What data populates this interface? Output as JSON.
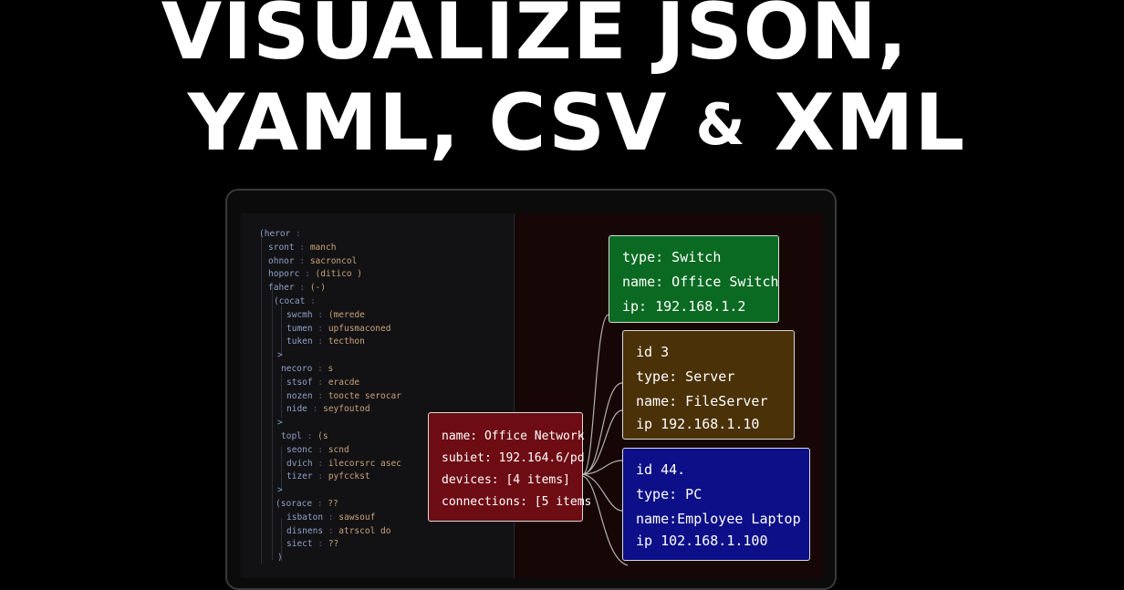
{
  "headline": {
    "line1": "VISUALIZE JSON,",
    "line2_main": "YAML, CSV ",
    "line2_amp": "&",
    "line2_end": " XML"
  },
  "editor": {
    "lines": [
      {
        "key": "(heror",
        "sep": ":",
        "val": ""
      },
      {
        "key": "sront",
        "sep": ":",
        "val": "manch"
      },
      {
        "key": "ohnor",
        "sep": ":",
        "val": "sacroncol"
      },
      {
        "key": "hoporc",
        "sep": ":",
        "val": "(ditico )"
      },
      {
        "key": "faher",
        "sep": ":",
        "val": "(-)"
      },
      {
        "key": "(cocat",
        "sep": ":",
        "val": ""
      },
      {
        "key": "swcmh",
        "sep": ":",
        "val": "(merede"
      },
      {
        "key": "tumen",
        "sep": ":",
        "val": "upfusmaconed"
      },
      {
        "key": "tuken",
        "sep": ":",
        "val": "tecthon"
      },
      {
        "key": ">",
        "sep": "",
        "val": ""
      },
      {
        "key": "necoro",
        "sep": ":",
        "val": "s"
      },
      {
        "key": "stsof",
        "sep": ":",
        "val": "eracde"
      },
      {
        "key": "nozen",
        "sep": ":",
        "val": "toocte serocar"
      },
      {
        "key": "nide",
        "sep": ":",
        "val": "seyfoutod"
      },
      {
        "key": ">",
        "sep": "",
        "val": ""
      },
      {
        "key": "topl",
        "sep": ":",
        "val": "(s"
      },
      {
        "key": "seonc",
        "sep": ":",
        "val": "scnd"
      },
      {
        "key": "dvich",
        "sep": ":",
        "val": "ilecorsrc asec"
      },
      {
        "key": "tizer",
        "sep": ":",
        "val": "pyfcckst"
      },
      {
        "key": ">",
        "sep": "",
        "val": ""
      },
      {
        "key": "(sorace",
        "sep": ":",
        "val": "??"
      },
      {
        "key": "isbaton",
        "sep": ":",
        "val": "sawsouf"
      },
      {
        "key": "disnens",
        "sep": ":",
        "val": "atrscol do"
      },
      {
        "key": "siect",
        "sep": ":",
        "val": "??"
      },
      {
        "key": ")",
        "sep": "",
        "val": ""
      }
    ]
  },
  "nodes": {
    "root": {
      "rows": [
        "name: Office Network",
        "subiet: 192.164.6/pd",
        "devices: [4 items]",
        "connections: [5 items"
      ],
      "color": "#6e0c14"
    },
    "switch": {
      "rows": [
        "type: Switch",
        "name: Office Switch",
        "ip: 192.168.1.2"
      ],
      "color": "#0a6a22"
    },
    "server": {
      "rows": [
        "id 3",
        "type: Server",
        "name: FileServer",
        "ip 192.168.1.10"
      ],
      "color": "#4a3108"
    },
    "pc": {
      "rows": [
        "id 44.",
        "type: PC",
        "name:Employee Laptop",
        "ip 102.168.1.100"
      ],
      "color": "#0d0f88"
    }
  },
  "colors": {
    "background": "#000000",
    "canvas": "#170606",
    "editor": "#121214",
    "node_border": "#d9d9d9"
  }
}
